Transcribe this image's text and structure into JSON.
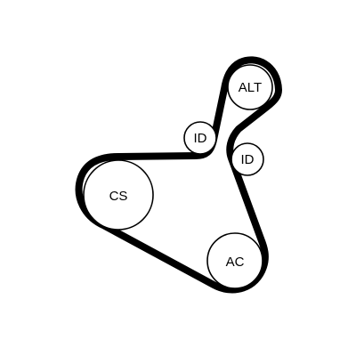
{
  "diagram": {
    "line_color": "#000000",
    "belt_color": "#000000",
    "background": "#ffffff",
    "pulleys": {
      "alt": {
        "label": "ALT"
      },
      "idler_upper": {
        "label": "ID"
      },
      "idler_lower": {
        "label": "ID"
      },
      "cs": {
        "label": "CS"
      },
      "ac": {
        "label": "AC"
      }
    }
  }
}
